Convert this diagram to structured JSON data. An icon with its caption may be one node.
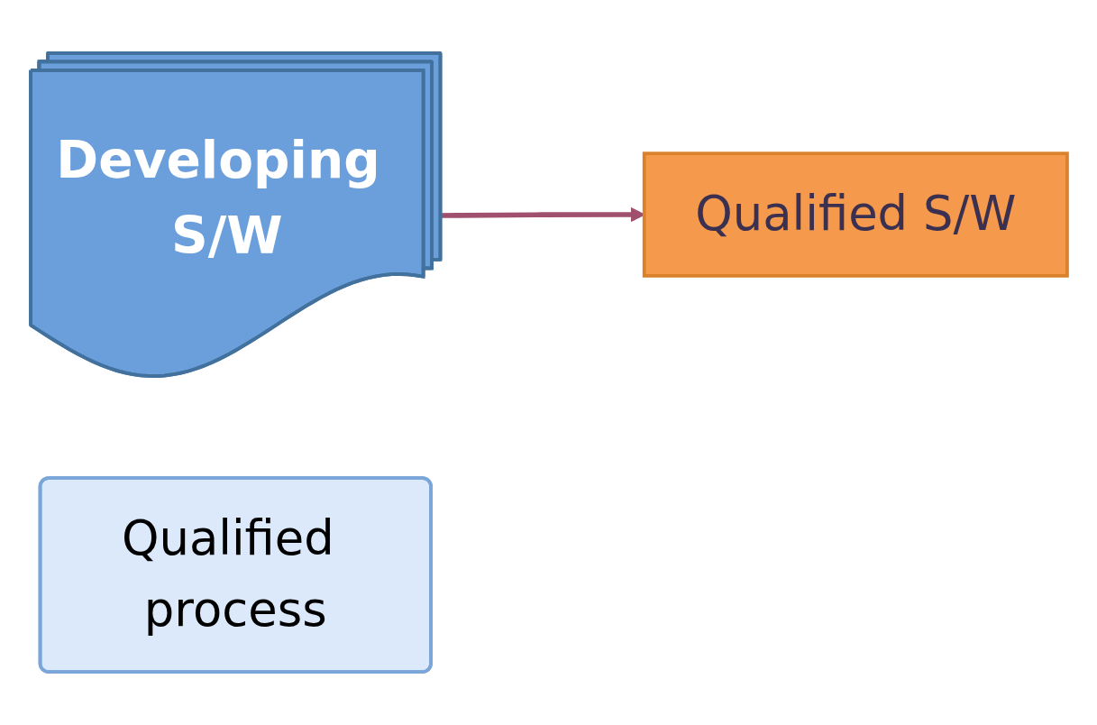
{
  "diagram": {
    "nodes": [
      {
        "text": [
          "Developing S/W"
        ]
      },
      {
        "text": [
          "Qualified process"
        ]
      },
      {
        "text": [
          "Qualified S/W"
        ]
      }
    ],
    "edges": [
      {
        "from": 0,
        "to": 2,
        "arrow": "to"
      }
    ]
  }
}
